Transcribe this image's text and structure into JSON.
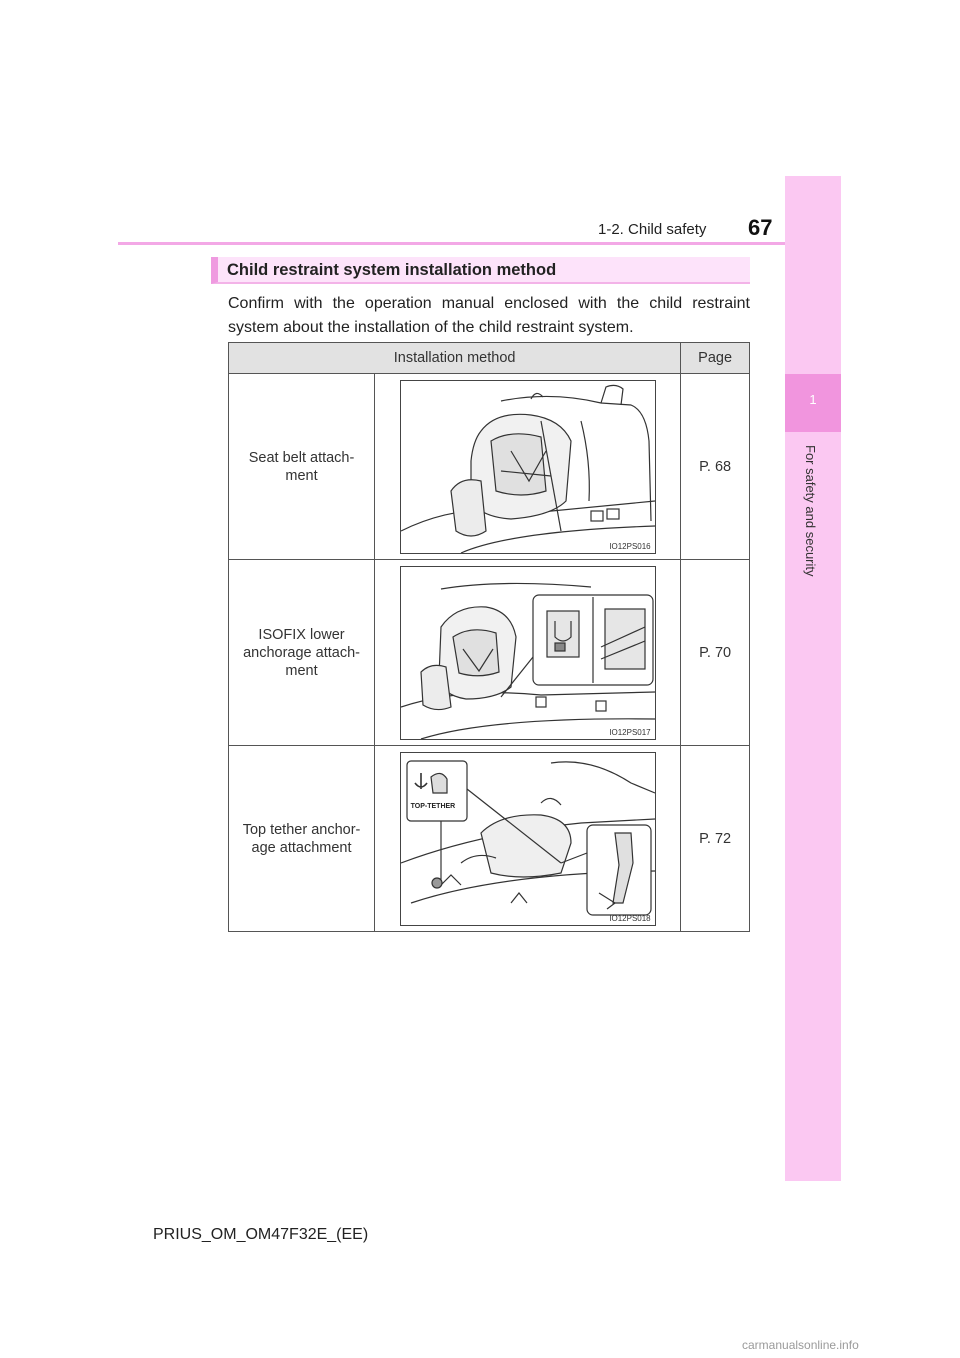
{
  "header": {
    "section": "1-2. Child safety",
    "page_number": "67"
  },
  "side_tab": {
    "chapter_number": "1",
    "chapter_title": "For safety and security"
  },
  "heading": "Child restraint system installation method",
  "intro": "Confirm with the operation manual enclosed with the child restraint system about the installation of the child restraint system.",
  "table": {
    "columns": [
      "Installation method",
      "Page"
    ],
    "rows": [
      {
        "method": "Seat belt attach-ment",
        "image_code": "IO12PS016",
        "page": "P. 68"
      },
      {
        "method": "ISOFIX lower anchorage attach-ment",
        "image_code": "IO12PS017",
        "page": "P. 70"
      },
      {
        "method": "Top tether anchor-age attachment",
        "image_code": "IO12PS018",
        "page": "P. 72"
      }
    ]
  },
  "illustration_labels": {
    "top_tether": "TOP-TETHER"
  },
  "footer": "PRIUS_OM_OM47F32E_(EE)",
  "watermark": "carmanualsonline.info",
  "colors": {
    "accent_pink": "#ef9ae0",
    "tab_pink": "#fbc8f2",
    "heading_bg": "#fde3fa"
  }
}
